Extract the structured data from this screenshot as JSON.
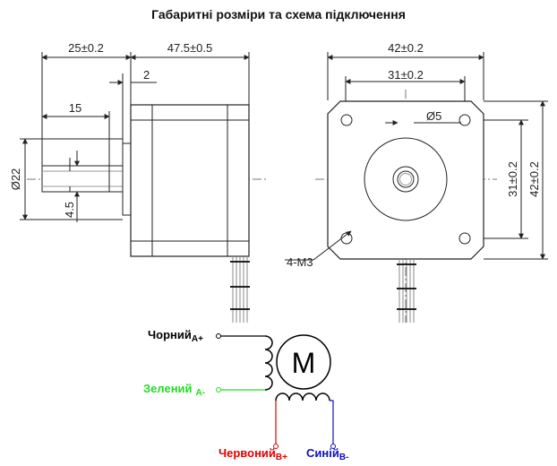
{
  "title": "Габаритні розміри та схема підключення",
  "dimensions": {
    "shaft_length": "25±0.2",
    "body_length": "47.5±0.5",
    "flange": "2",
    "shaft_flat": "15",
    "shaft_dia": "Ø22",
    "flat_depth": "4.5",
    "front_width": "42±0.2",
    "hole_spacing_h": "31±0.2",
    "shaft_circle": "Ø5",
    "hole_spacing_v": "31±0.2",
    "front_height": "42±0.2",
    "holes": "4-M3"
  },
  "wiring": {
    "motor_symbol": "M",
    "black": {
      "name": "Чорний",
      "pin": "A+",
      "color": "#000000"
    },
    "green": {
      "name": "Зелений",
      "pin": "A-",
      "color": "#22dd22"
    },
    "red": {
      "name": "Червоний",
      "pin": "B+",
      "color": "#e00000"
    },
    "blue": {
      "name": "Синій",
      "pin": "B-",
      "color": "#1010c0"
    }
  }
}
